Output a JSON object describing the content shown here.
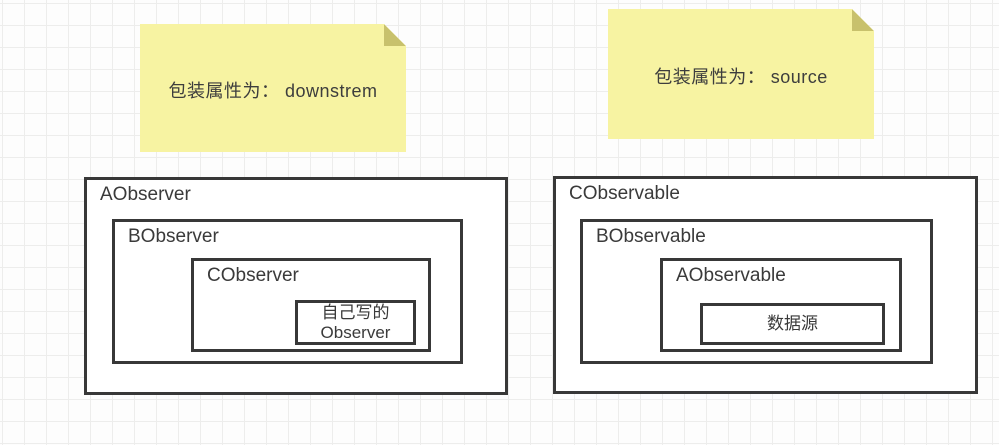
{
  "notes": {
    "left": {
      "text": "包装属性为： downstrem"
    },
    "right": {
      "text": "包装属性为： source"
    }
  },
  "observer_diagram": {
    "outer_label": "AObserver",
    "middle_label": "BObserver",
    "inner_label": "CObserver",
    "core_line1": "自己写的",
    "core_line2": "Observer"
  },
  "observable_diagram": {
    "outer_label": "CObservable",
    "middle_label": "BObservable",
    "inner_label": "AObservable",
    "core_label": "数据源"
  },
  "colors": {
    "note_fill": "#f7f3a2",
    "note_fold": "#c8c16c",
    "box_border": "#383838",
    "text": "#3d3d3d",
    "grid_line": "#ededec",
    "background": "#fdfdfd"
  }
}
